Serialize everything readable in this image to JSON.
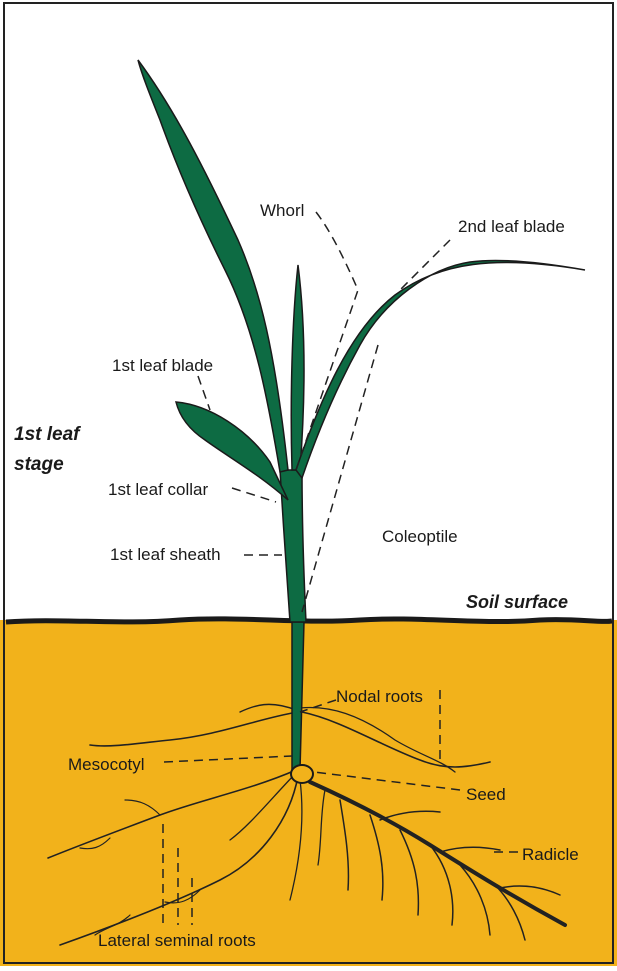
{
  "colors": {
    "sky": "#ffffff",
    "soil": "#f2b21b",
    "plant": "#0d6b43",
    "outline": "#1a1a1a",
    "frame": "#222222"
  },
  "labels": {
    "stage": {
      "line1": "1st leaf",
      "line2": "stage"
    },
    "soil_surface": "Soil surface",
    "whorl": "Whorl",
    "second_leaf_blade": "2nd leaf blade",
    "first_leaf_blade": "1st leaf blade",
    "first_leaf_collar": "1st leaf collar",
    "first_leaf_sheath": "1st leaf sheath",
    "coleoptile": "Coleoptile",
    "nodal_roots": "Nodal roots",
    "mesocotyl": "Mesocotyl",
    "seed": "Seed",
    "radicle": "Radicle",
    "lateral_seminal_roots": "Lateral seminal roots"
  }
}
